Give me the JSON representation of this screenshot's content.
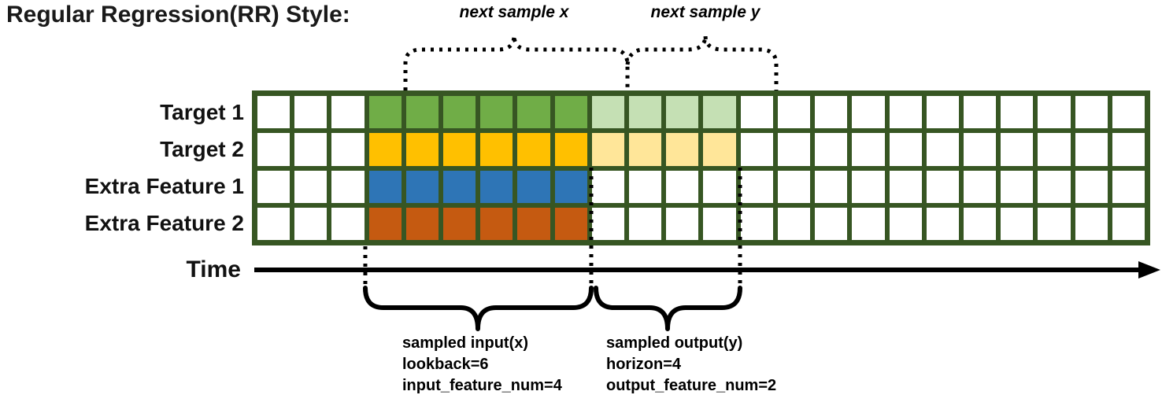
{
  "title": "Regular Regression(RR) Style:",
  "rows": [
    {
      "label": "Target 1",
      "input_color": "#70AD47",
      "output_color": "#C5E0B4"
    },
    {
      "label": "Target 2",
      "input_color": "#FFC000",
      "output_color": "#FFE699"
    },
    {
      "label": "Extra Feature 1",
      "input_color": "#2E75B6",
      "output_color": null
    },
    {
      "label": "Extra Feature 2",
      "input_color": "#C55A11",
      "output_color": null
    }
  ],
  "grid": {
    "total_columns": 24,
    "lead_empty_columns": 3,
    "input_columns": 6,
    "output_columns": 4,
    "border_color": "#375623",
    "empty_cell_color": "#FFFFFF"
  },
  "annotations": {
    "next_sample_x": "next sample x",
    "next_sample_y": "next sample y",
    "time_label": "Time",
    "sampled_input": {
      "line1": "sampled input(x)",
      "line2": "lookback=6",
      "line3": "input_feature_num=4"
    },
    "sampled_output": {
      "line1": "sampled output(y)",
      "line2": "horizon=4",
      "line3": "output_feature_num=2"
    }
  }
}
